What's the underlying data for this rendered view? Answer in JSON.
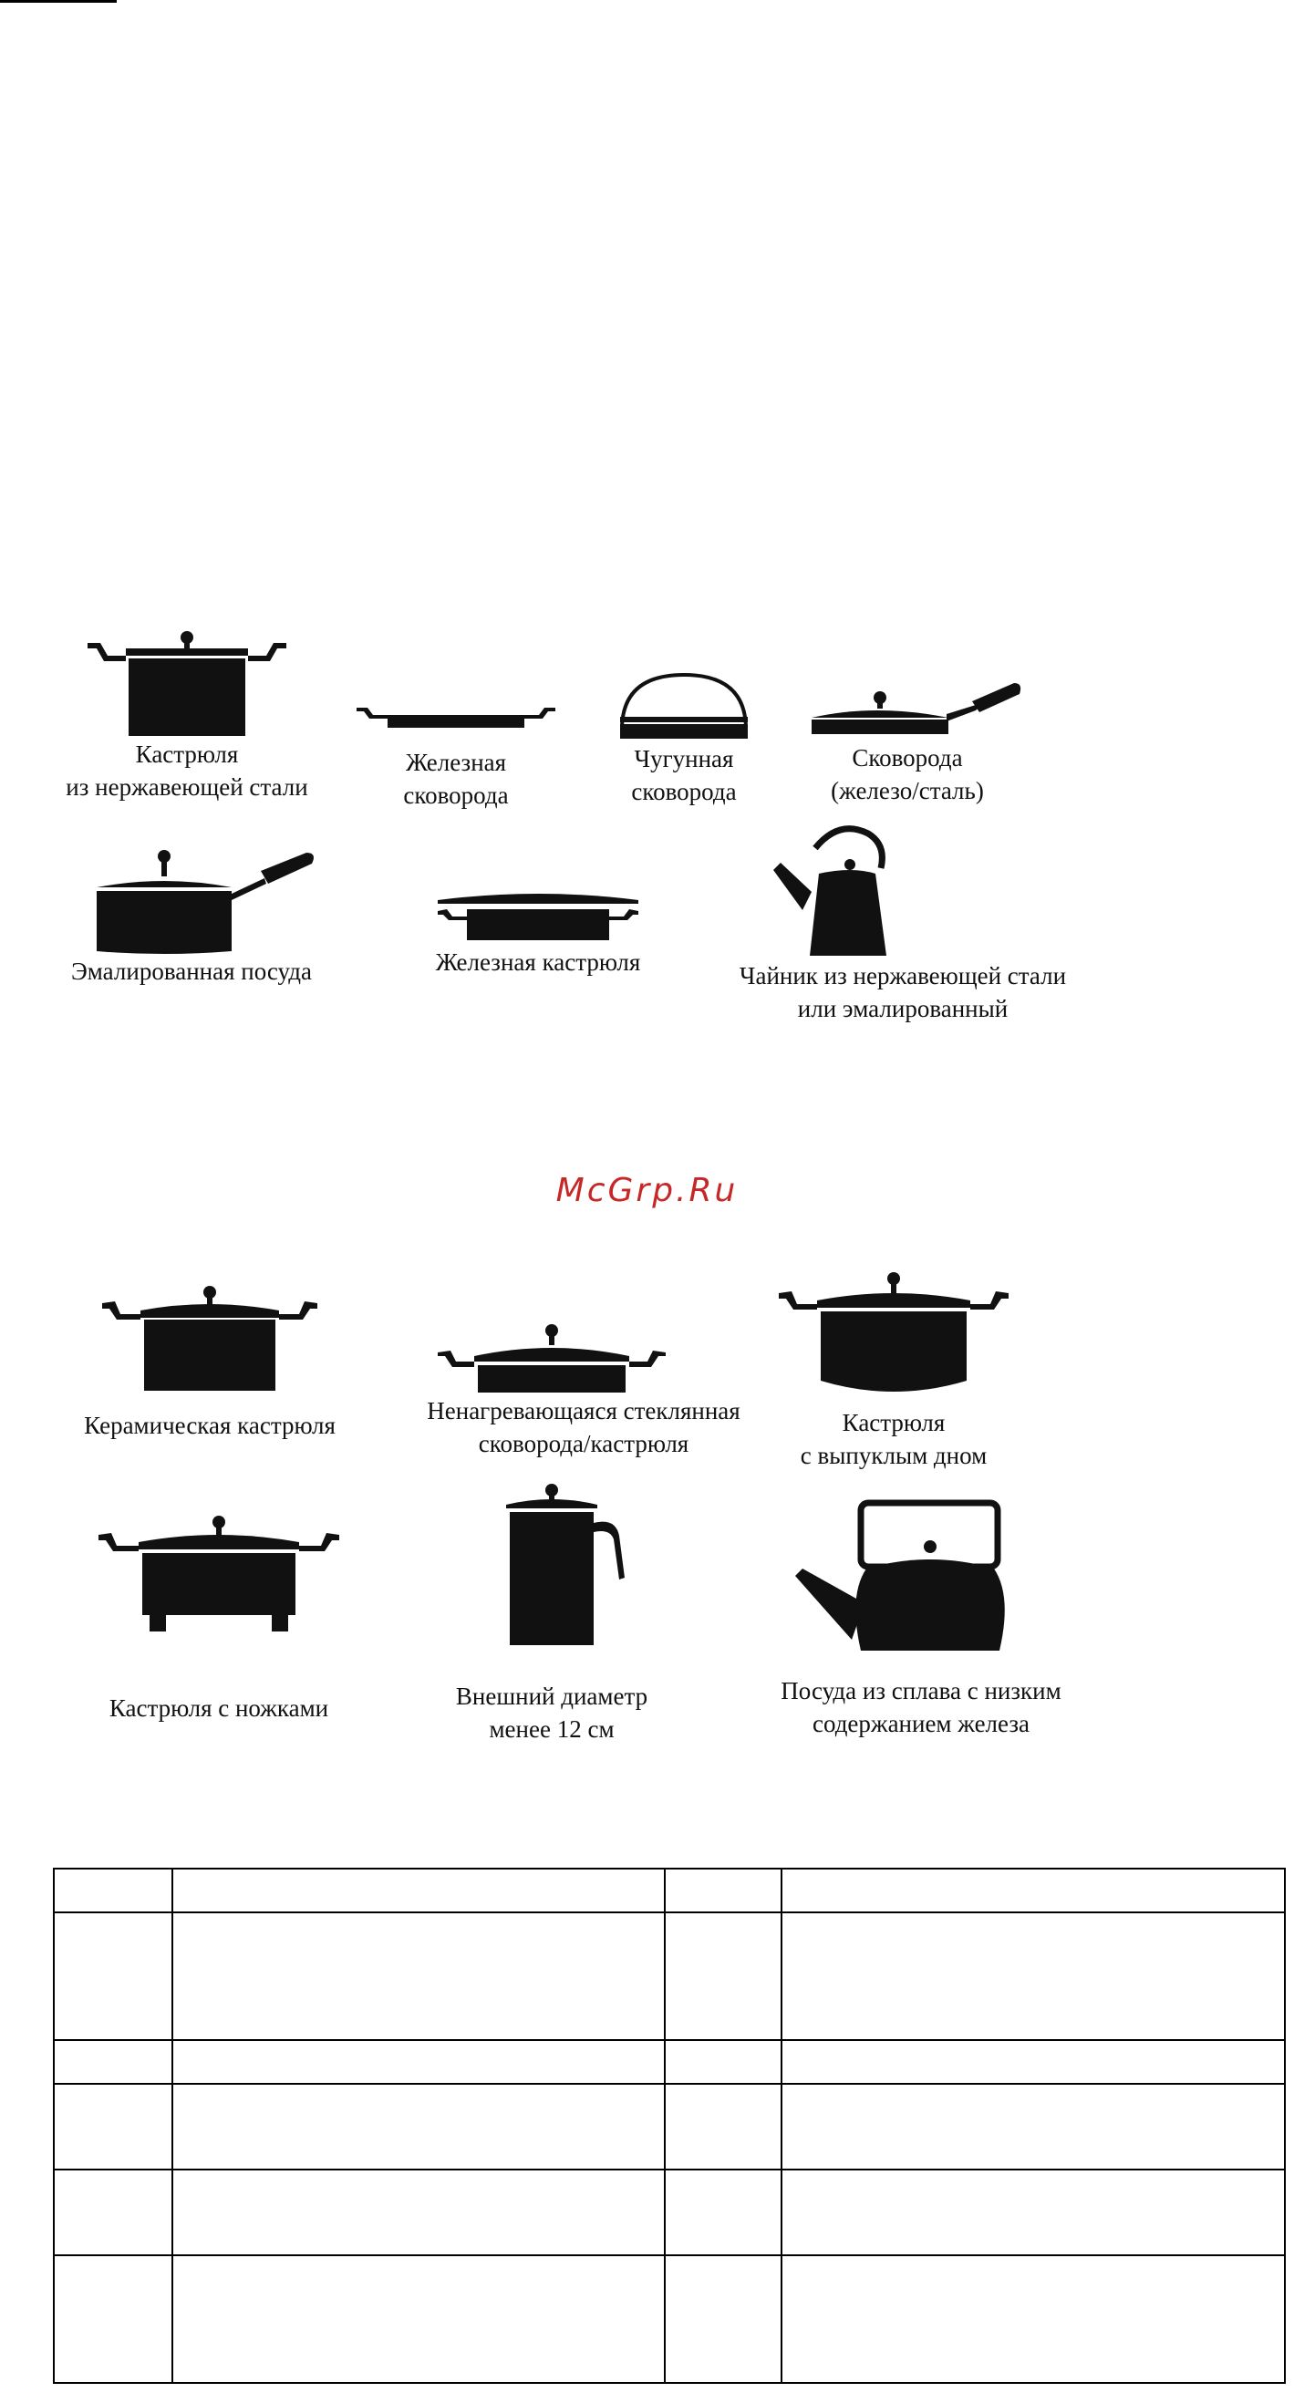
{
  "watermark": "McGrp.Ru",
  "cookware_items": [
    {
      "id": "stainless_pot",
      "icon": "stainless-pot-icon",
      "lines": [
        "Кастрюля",
        "из нержавеющей стали"
      ]
    },
    {
      "id": "iron_pan",
      "icon": "iron-frying-pan-icon",
      "lines": [
        "Железная",
        "сковорода"
      ]
    },
    {
      "id": "cast_iron_pan",
      "icon": "cast-iron-pan-icon",
      "lines": [
        "Чугунная",
        "сковорода"
      ]
    },
    {
      "id": "steel_pan",
      "icon": "steel-frying-pan-icon",
      "lines": [
        "Сковорода",
        "(железо/сталь)"
      ]
    },
    {
      "id": "enamel",
      "icon": "enamel-saucepan-icon",
      "lines": [
        "Эмалированная посуда"
      ]
    },
    {
      "id": "iron_casserole",
      "icon": "iron-casserole-icon",
      "lines": [
        "Железная кастрюля"
      ]
    },
    {
      "id": "kettle",
      "icon": "kettle-icon",
      "lines": [
        "Чайник из нержавеющей стали",
        "или эмалированный"
      ]
    },
    {
      "id": "ceramic_pot",
      "icon": "ceramic-pot-icon",
      "lines": [
        "Керамическая кастрюля"
      ]
    },
    {
      "id": "glass_pan",
      "icon": "glass-pan-icon",
      "lines": [
        "Ненагревающаяся стеклянная",
        "сковорода/кастрюля"
      ]
    },
    {
      "id": "convex_pot",
      "icon": "convex-bottom-pot-icon",
      "lines": [
        "Кастрюля",
        "с выпуклым дном"
      ]
    },
    {
      "id": "legged_pot",
      "icon": "legged-pot-icon",
      "lines": [
        "Кастрюля с ножками"
      ]
    },
    {
      "id": "small_diameter",
      "icon": "narrow-jug-icon",
      "lines": [
        "Внешний диаметр",
        "менее 12 см"
      ]
    },
    {
      "id": "low_iron_alloy",
      "icon": "teapot-icon",
      "lines": [
        "Посуда из сплава с низким",
        "содержанием железа"
      ]
    }
  ],
  "table": {
    "rows": [
      [
        "",
        "",
        "",
        ""
      ],
      [
        "",
        "",
        "",
        ""
      ],
      [
        "",
        "",
        "",
        ""
      ],
      [
        "",
        "",
        "",
        ""
      ],
      [
        "",
        "",
        "",
        ""
      ],
      [
        "",
        "",
        "",
        ""
      ]
    ]
  }
}
